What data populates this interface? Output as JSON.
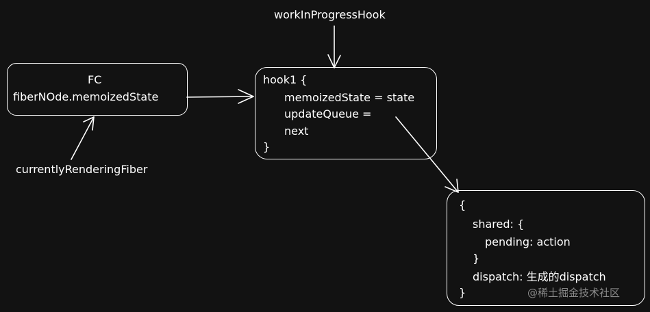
{
  "colors": {
    "background": "#121212",
    "stroke": "#ffffff",
    "watermark": "#8a8a8a"
  },
  "labels": {
    "work_in_progress_hook": "workInProgressHook",
    "currently_rendering_fiber": "currentlyRenderingFiber"
  },
  "fc_box": {
    "title": "FC",
    "field": "fiberNOde.memoizedState"
  },
  "hook_box": {
    "open": "hook1 {",
    "memoized_state": "memoizedState = state",
    "update_queue": "updateQueue =",
    "next": "next",
    "close": "}"
  },
  "queue_box": {
    "open": "{",
    "shared_open": "shared: {",
    "pending": "pending: action",
    "shared_close": "}",
    "dispatch": "dispatch: 生成的dispatch",
    "close": "}"
  },
  "watermark": "@稀土掘金技术社区"
}
